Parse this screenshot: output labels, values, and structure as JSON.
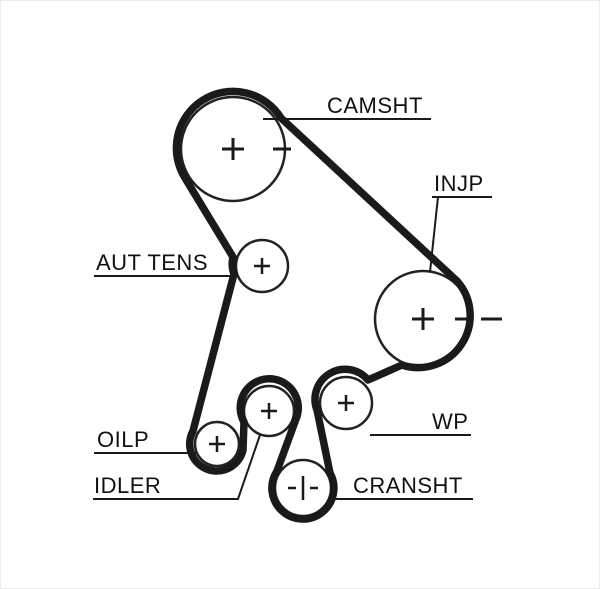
{
  "diagram": {
    "labels": {
      "camshaft": "CAMSHT",
      "injection_pump": "INJP",
      "tensioner": "AUT TENS",
      "water_pump": "WP",
      "oil_pump": "OILP",
      "idler": "IDLER",
      "crankshaft": "CRANSHT"
    },
    "colors": {
      "line": "#1a1a1a",
      "background": "#ffffff"
    }
  }
}
